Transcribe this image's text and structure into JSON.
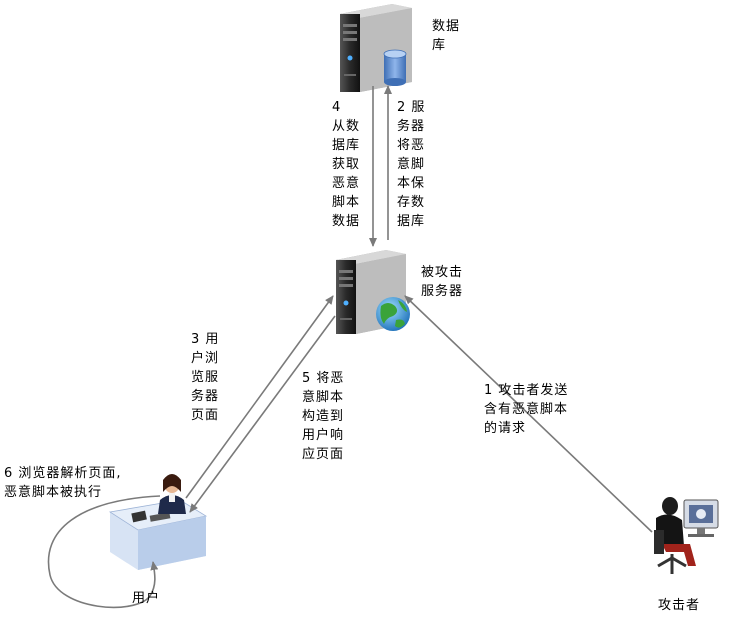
{
  "nodes": {
    "database": {
      "label": "数据\n库"
    },
    "server": {
      "label": "被攻击\n服务器"
    },
    "user": {
      "label": "用户"
    },
    "attacker": {
      "label": "攻击者"
    }
  },
  "steps": [
    {
      "id": "step-1",
      "label": "1 攻击者发送\n含有恶意脚本\n的请求"
    },
    {
      "id": "step-2",
      "label": "2 服\n务器\n将恶\n意脚\n本保\n存数\n据库"
    },
    {
      "id": "step-3",
      "label": "3 用\n户浏\n览服\n务器\n页面"
    },
    {
      "id": "step-4",
      "label": "4\n从数\n据库\n获取\n恶意\n脚本\n数据"
    },
    {
      "id": "step-5",
      "label": "5 将恶\n意脚本\n构造到\n用户响\n应页面"
    },
    {
      "id": "step-6",
      "label": "6 浏览器解析页面,\n恶意脚本被执行"
    }
  ],
  "colors": {
    "arrow": "#7a7a7a",
    "server_body": "#3a3a3a",
    "db_cylinder": "#5b8fd6",
    "desk": "#b9cdea"
  }
}
